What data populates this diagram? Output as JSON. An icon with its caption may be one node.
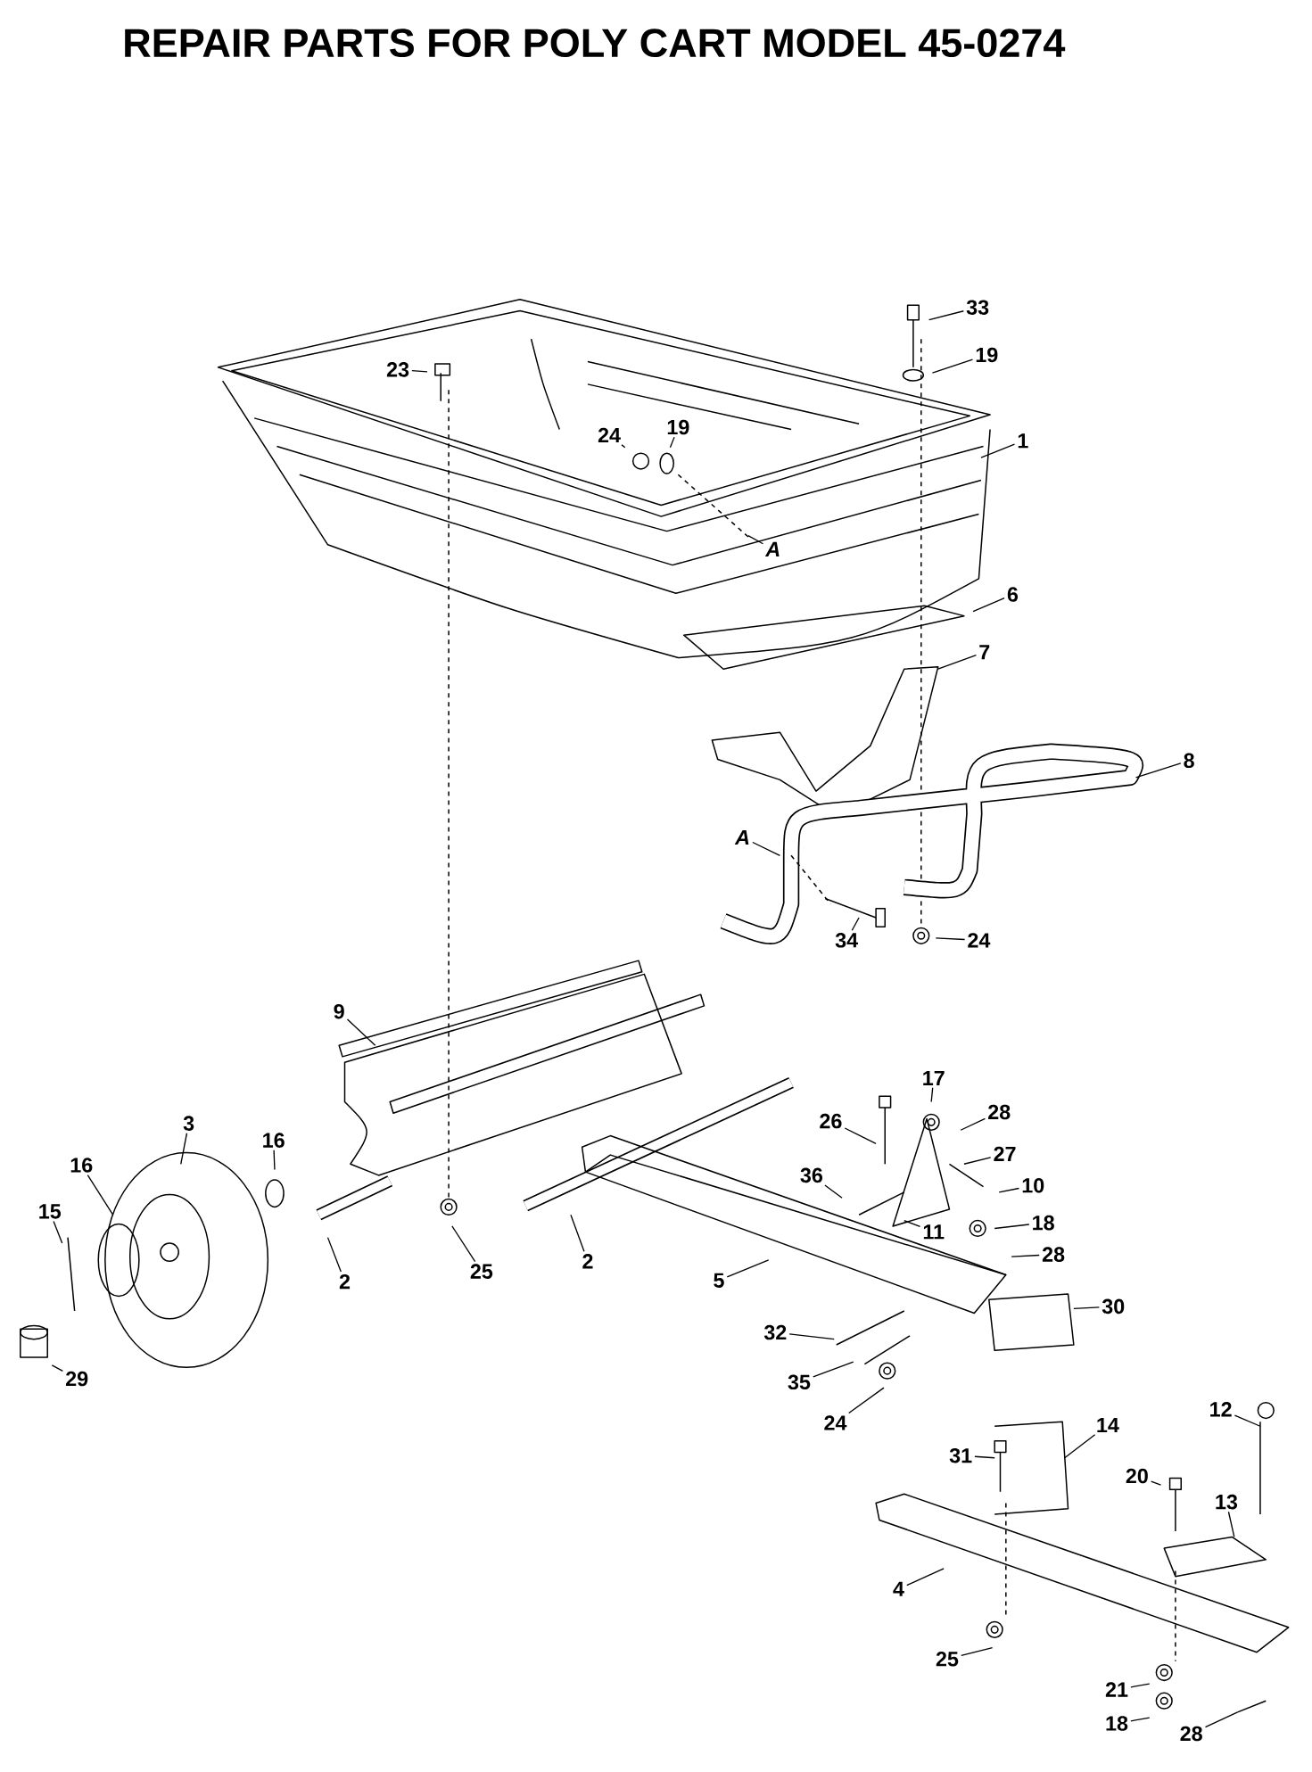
{
  "diagram": {
    "title": "REPAIR PARTS FOR POLY CART MODEL 45-0274",
    "nodes": [
      {
        "text": [
          "33"
        ]
      },
      {
        "text": [
          "19"
        ]
      },
      {
        "text": [
          "23"
        ]
      },
      {
        "text": [
          "24"
        ]
      },
      {
        "text": [
          "19"
        ]
      },
      {
        "text": [
          "1"
        ]
      },
      {
        "text": [
          "A"
        ]
      },
      {
        "text": [
          "6"
        ]
      },
      {
        "text": [
          "7"
        ]
      },
      {
        "text": [
          "8"
        ]
      },
      {
        "text": [
          "A"
        ]
      },
      {
        "text": [
          "34"
        ]
      },
      {
        "text": [
          "24"
        ]
      },
      {
        "text": [
          "9"
        ]
      },
      {
        "text": [
          "17"
        ]
      },
      {
        "text": [
          "28"
        ]
      },
      {
        "text": [
          "26"
        ]
      },
      {
        "text": [
          "27"
        ]
      },
      {
        "text": [
          "3"
        ]
      },
      {
        "text": [
          "16"
        ]
      },
      {
        "text": [
          "16"
        ]
      },
      {
        "text": [
          "36"
        ]
      },
      {
        "text": [
          "10"
        ]
      },
      {
        "text": [
          "15"
        ]
      },
      {
        "text": [
          "11"
        ]
      },
      {
        "text": [
          "18"
        ]
      },
      {
        "text": [
          "2"
        ]
      },
      {
        "text": [
          "25"
        ]
      },
      {
        "text": [
          "2"
        ]
      },
      {
        "text": [
          "5"
        ]
      },
      {
        "text": [
          "28"
        ]
      },
      {
        "text": [
          "30"
        ]
      },
      {
        "text": [
          "32"
        ]
      },
      {
        "text": [
          "35"
        ]
      },
      {
        "text": [
          "24"
        ]
      },
      {
        "text": [
          "29"
        ]
      },
      {
        "text": [
          "12"
        ]
      },
      {
        "text": [
          "14"
        ]
      },
      {
        "text": [
          "31"
        ]
      },
      {
        "text": [
          "20"
        ]
      },
      {
        "text": [
          "13"
        ]
      },
      {
        "text": [
          "4"
        ]
      },
      {
        "text": [
          "25"
        ]
      },
      {
        "text": [
          "21"
        ]
      },
      {
        "text": [
          "18"
        ]
      },
      {
        "text": [
          "28"
        ]
      }
    ],
    "edges": [
      {
        "from": 0,
        "to": null,
        "arrow": "none"
      },
      {
        "from": 1,
        "to": null,
        "arrow": "none"
      },
      {
        "from": 2,
        "to": null,
        "arrow": "none"
      },
      {
        "from": 3,
        "to": null,
        "arrow": "none"
      },
      {
        "from": 4,
        "to": null,
        "arrow": "none"
      },
      {
        "from": 5,
        "to": null,
        "arrow": "none"
      },
      {
        "from": 6,
        "to": null,
        "arrow": "none"
      },
      {
        "from": 7,
        "to": null,
        "arrow": "none"
      },
      {
        "from": 8,
        "to": null,
        "arrow": "none"
      },
      {
        "from": 9,
        "to": null,
        "arrow": "none"
      },
      {
        "from": 10,
        "to": null,
        "arrow": "none"
      },
      {
        "from": 11,
        "to": null,
        "arrow": "none"
      },
      {
        "from": 12,
        "to": null,
        "arrow": "none"
      },
      {
        "from": 13,
        "to": null,
        "arrow": "none"
      },
      {
        "from": 14,
        "to": null,
        "arrow": "none"
      },
      {
        "from": 15,
        "to": null,
        "arrow": "none"
      },
      {
        "from": 16,
        "to": null,
        "arrow": "none"
      },
      {
        "from": 17,
        "to": null,
        "arrow": "none"
      },
      {
        "from": 18,
        "to": null,
        "arrow": "none"
      },
      {
        "from": 19,
        "to": null,
        "arrow": "none"
      },
      {
        "from": 20,
        "to": null,
        "arrow": "none"
      },
      {
        "from": 21,
        "to": null,
        "arrow": "none"
      },
      {
        "from": 22,
        "to": null,
        "arrow": "none"
      },
      {
        "from": 23,
        "to": null,
        "arrow": "none"
      },
      {
        "from": 24,
        "to": null,
        "arrow": "none"
      },
      {
        "from": 25,
        "to": null,
        "arrow": "none"
      },
      {
        "from": 26,
        "to": null,
        "arrow": "none"
      },
      {
        "from": 27,
        "to": null,
        "arrow": "none"
      },
      {
        "from": 28,
        "to": null,
        "arrow": "none"
      },
      {
        "from": 29,
        "to": null,
        "arrow": "none"
      },
      {
        "from": 30,
        "to": null,
        "arrow": "none"
      },
      {
        "from": 31,
        "to": null,
        "arrow": "none"
      },
      {
        "from": 32,
        "to": null,
        "arrow": "none"
      },
      {
        "from": 33,
        "to": null,
        "arrow": "none"
      },
      {
        "from": 34,
        "to": null,
        "arrow": "none"
      },
      {
        "from": 35,
        "to": null,
        "arrow": "none"
      },
      {
        "from": 36,
        "to": null,
        "arrow": "none"
      },
      {
        "from": 37,
        "to": null,
        "arrow": "none"
      },
      {
        "from": 38,
        "to": null,
        "arrow": "none"
      },
      {
        "from": 39,
        "to": null,
        "arrow": "none"
      },
      {
        "from": 40,
        "to": null,
        "arrow": "none"
      },
      {
        "from": 41,
        "to": null,
        "arrow": "none"
      },
      {
        "from": 42,
        "to": null,
        "arrow": "none"
      },
      {
        "from": 43,
        "to": null,
        "arrow": "none"
      },
      {
        "from": 44,
        "to": null,
        "arrow": "none"
      },
      {
        "from": 45,
        "to": null,
        "arrow": "none"
      }
    ]
  }
}
